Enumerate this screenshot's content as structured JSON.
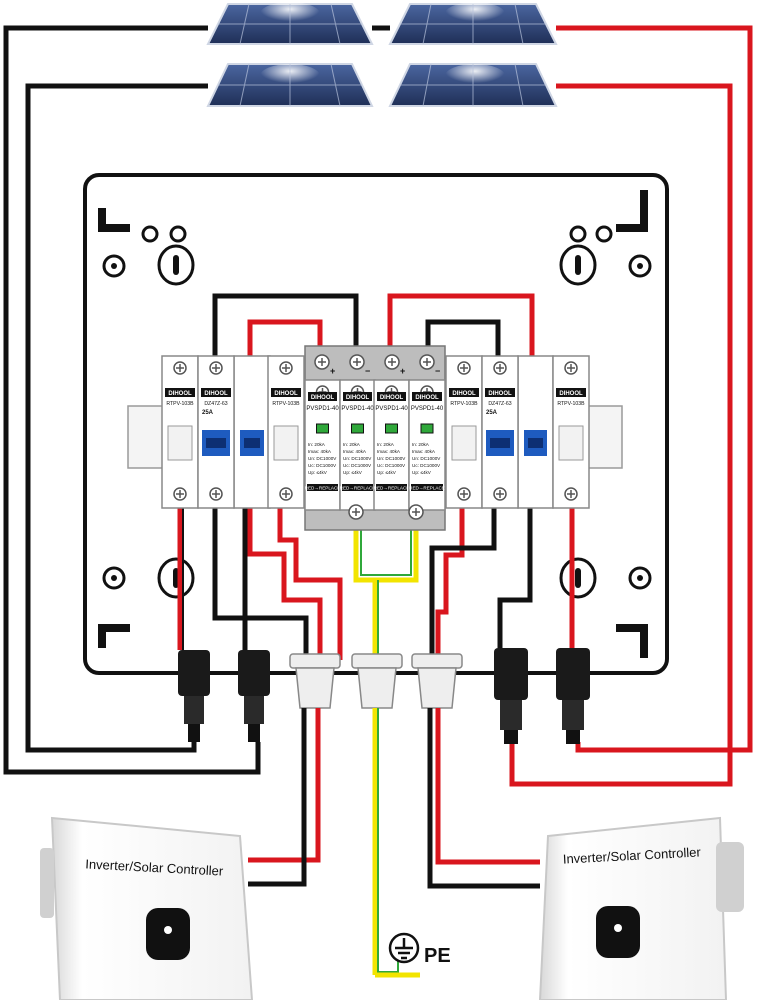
{
  "modules": [
    {
      "brand": "DIHOOL",
      "model": "RTPV-103B",
      "kind": "isolator"
    },
    {
      "brand": "DIHOOL",
      "model": "DZ47Z-63",
      "rating": "25A",
      "kind": "breaker"
    },
    {
      "brand": "DIHOOL",
      "model": "RTPV-103B",
      "kind": "isolator"
    },
    {
      "brand": "DIHOOL",
      "model": "PVSPD1-40",
      "kind": "spd"
    },
    {
      "brand": "DIHOOL",
      "model": "PVSPD1-40",
      "kind": "spd"
    },
    {
      "brand": "DIHOOL",
      "model": "PVSPD1-40",
      "kind": "spd"
    },
    {
      "brand": "DIHOOL",
      "model": "PVSPD1-40",
      "kind": "spd"
    },
    {
      "brand": "DIHOOL",
      "model": "RTPV-103B",
      "kind": "isolator"
    },
    {
      "brand": "DIHOOL",
      "model": "DZ47Z-63",
      "rating": "25A",
      "kind": "breaker"
    },
    {
      "brand": "DIHOOL",
      "model": "RTPV-103B",
      "kind": "isolator"
    }
  ],
  "spd_specs": {
    "lines": [
      "In: 20kA",
      "Imax: 40kA",
      "Un: DC1000V",
      "Uc: DC1000V",
      "Up: ≤4kV"
    ],
    "footer": "RED→REPLACE",
    "plus": "+",
    "minus": "−"
  },
  "inverters": [
    {
      "label": "Inverter/Solar Controller"
    },
    {
      "label": "Inverter/Solar Controller"
    }
  ],
  "ground": {
    "label": "PE"
  },
  "colors": {
    "positive": "#d9161e",
    "negative": "#111111",
    "earth_yellow": "#f2e400",
    "earth_green": "#2fa83a",
    "enclosure": "#ffffff",
    "panel_blue": "#2a3f6e"
  }
}
